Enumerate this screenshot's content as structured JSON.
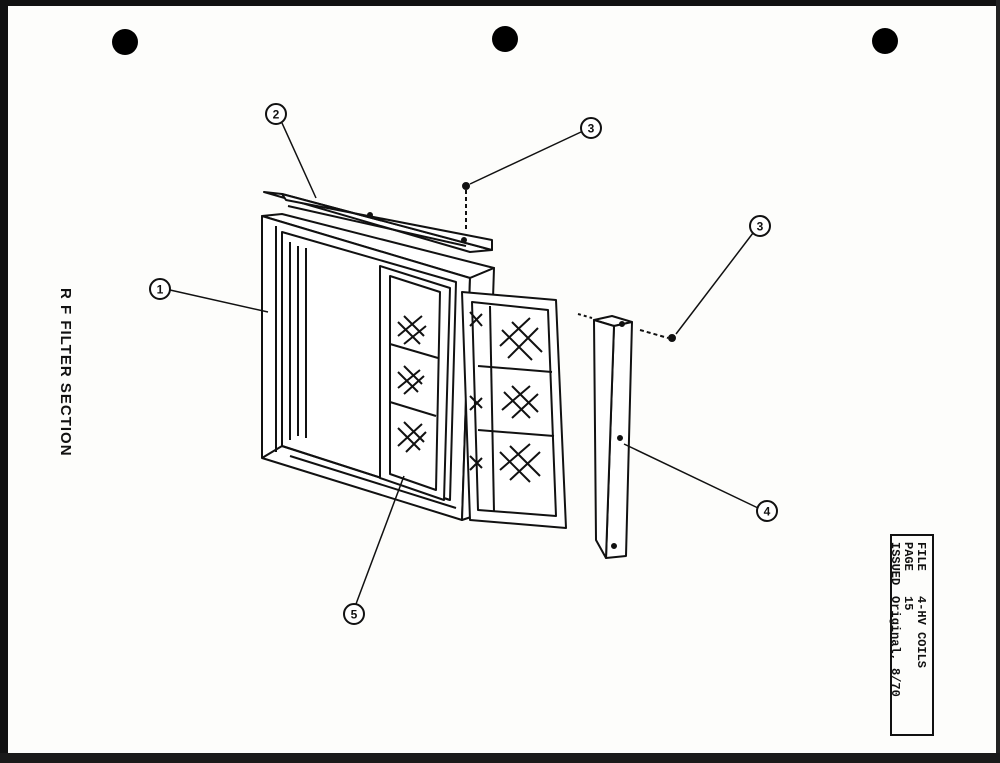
{
  "title": "R F FILTER SECTION",
  "info": {
    "file_label": "FILE",
    "file_value": "4-HV COILS",
    "page_label": "PAGE",
    "page_value": "15",
    "issued_label": "ISSUED",
    "issued_value": "Original, 8/70"
  },
  "callouts": [
    {
      "id": "1"
    },
    {
      "id": "2"
    },
    {
      "id": "3"
    },
    {
      "id": "3"
    },
    {
      "id": "4"
    },
    {
      "id": "5"
    }
  ]
}
